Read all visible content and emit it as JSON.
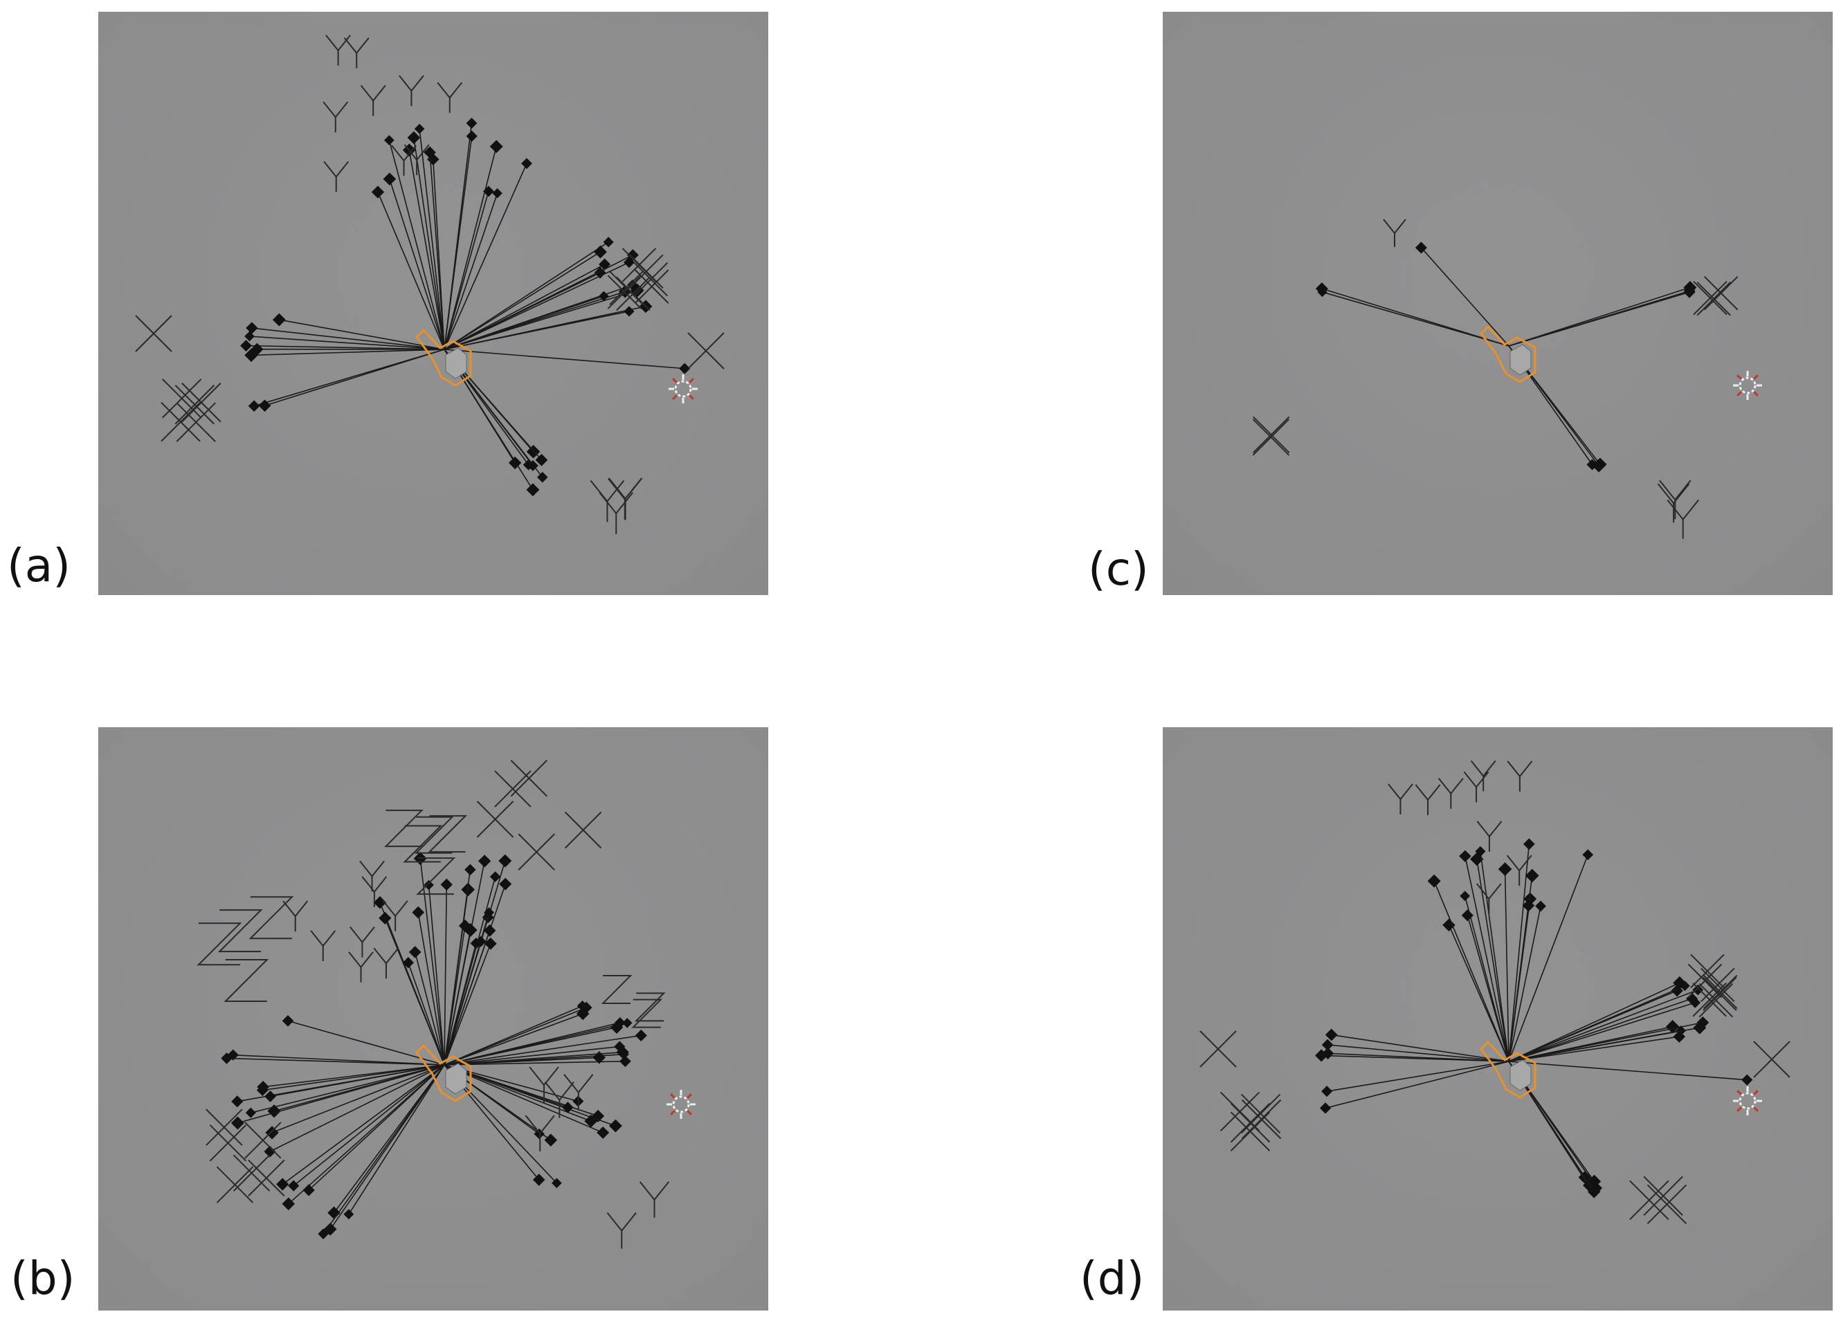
{
  "figure": {
    "panels": [
      {
        "id": "a",
        "label": "(a)",
        "axis_glyphs": [
          "X",
          "Y"
        ]
      },
      {
        "id": "b",
        "label": "(b)",
        "axis_glyphs": [
          "X",
          "Y",
          "Z"
        ]
      },
      {
        "id": "c",
        "label": "(c)",
        "axis_glyphs": [
          "X",
          "Y"
        ]
      },
      {
        "id": "d",
        "label": "(d)",
        "axis_glyphs": [
          "X",
          "Y"
        ]
      }
    ]
  },
  "colors": {
    "viewport_background": "#8e8e8f",
    "link_line": "#1a1a1a",
    "marker": "#111111",
    "selection_outline": "#e8912a",
    "center_cube": "#a8a8a8",
    "light_widget": "#c0392b"
  },
  "icons": [
    "diamond-marker-icon",
    "center-cube-icon",
    "light-source-icon"
  ]
}
